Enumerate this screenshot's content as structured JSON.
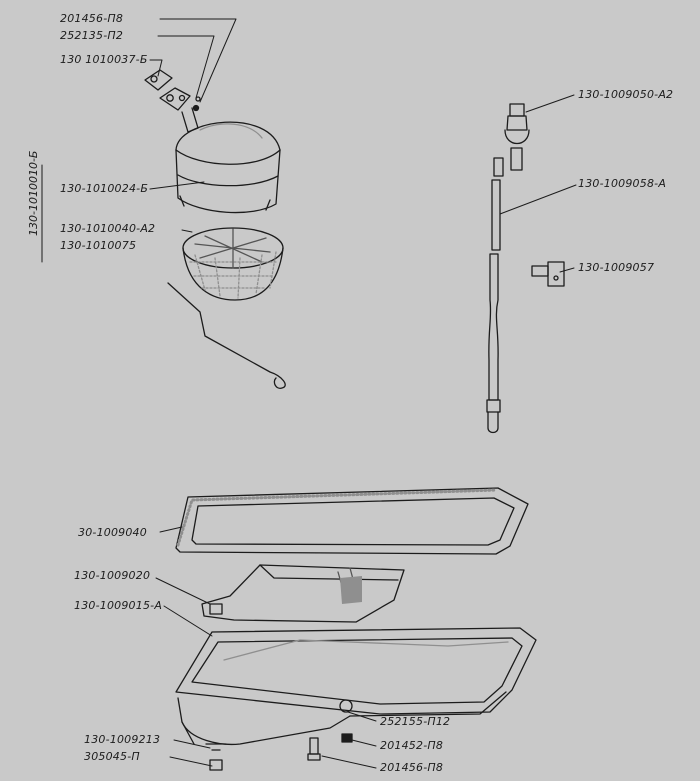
{
  "assembly_number": "130-1010010-Б",
  "callouts": {
    "bolt_201456_top": "201456-П8",
    "washer_252135": "252135-П2",
    "gasket_130_1010037": "130 1010037-Б",
    "receiver_housing": "130-1010024-Б",
    "strainer_screen": "130-1010040-А2",
    "strainer_clip": "130-1010075",
    "dipstick_guide_cap": "130-1009050-А2",
    "dipstick_tube": "130-1009058-А",
    "dipstick_bracket": "130-1009057",
    "pan_gasket": "30-1009040",
    "baffle_plate": "130-1009020",
    "oil_pan": "130-1009015-А",
    "drain_plug_252155": "252155-П12",
    "drain_plug_gasket": "130-1009213",
    "drain_plug_305045": "305045-П",
    "bolt_201452": "201452-П8",
    "bolt_201456_bottom": "201456-П8"
  },
  "colors": {
    "background": "#c9c9c9",
    "ink": "#1c1c1c",
    "shade": "#8f8f8f"
  }
}
